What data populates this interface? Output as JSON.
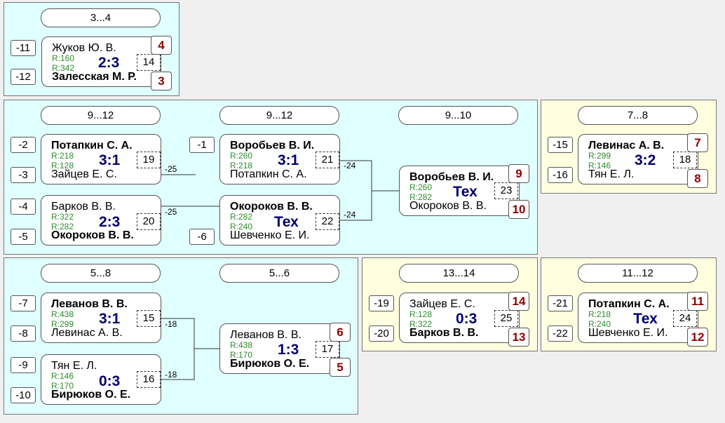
{
  "panels": {
    "p34": {
      "headers": [
        "3...4"
      ],
      "seeds": [
        "-11",
        "-12"
      ],
      "matches": [
        {
          "p1": "Жуков Ю. В.",
          "p2": "Залесская М. Р.",
          "r1": "R:160",
          "r2": "R:342",
          "score": "2:3",
          "num": "14",
          "place1": "4",
          "place2": "3"
        }
      ]
    },
    "p912": {
      "headers": [
        "9...12",
        "9...12",
        "9...10"
      ],
      "seeds": [
        "-2",
        "-3",
        "-4",
        "-5",
        "-1",
        "-6"
      ],
      "losers": [
        "-25",
        "-25",
        "-24",
        "-24"
      ],
      "matches": [
        {
          "p1": "Потапкин С. А.",
          "p2": "Зайцев Е. С.",
          "r1": "R:218",
          "r2": "R:128",
          "score": "3:1",
          "num": "19"
        },
        {
          "p1": "Барков В. В.",
          "p2": "Окороков В. В.",
          "r1": "R:322",
          "r2": "R:282",
          "score": "2:3",
          "num": "20"
        },
        {
          "p1": "Воробьев В. И.",
          "p2": "Потапкин С. А.",
          "r1": "R:260",
          "r2": "R:218",
          "score": "3:1",
          "num": "21"
        },
        {
          "p1": "Окороков В. В.",
          "p2": "Шевченко Е. И.",
          "r1": "R:282",
          "r2": "R:240",
          "score": "Тех",
          "num": "22"
        },
        {
          "p1": "Воробьев В. И.",
          "p2": "Окороков В. В.",
          "r1": "R:260",
          "r2": "R:282",
          "score": "Тех",
          "num": "23",
          "place1": "9",
          "place2": "10"
        }
      ]
    },
    "p78": {
      "headers": [
        "7...8"
      ],
      "seeds": [
        "-15",
        "-16"
      ],
      "matches": [
        {
          "p1": "Левинас А. В.",
          "p2": "Тян Е. Л.",
          "r1": "R:299",
          "r2": "R:146",
          "score": "3:2",
          "num": "18",
          "place1": "7",
          "place2": "8"
        }
      ]
    },
    "p58": {
      "headers": [
        "5...8",
        "5...6"
      ],
      "seeds": [
        "-7",
        "-8",
        "-9",
        "-10"
      ],
      "losers": [
        "-18",
        "-18"
      ],
      "matches": [
        {
          "p1": "Леванов В. В.",
          "p2": "Левинас А. В.",
          "r1": "R:438",
          "r2": "R:299",
          "score": "3:1",
          "num": "15"
        },
        {
          "p1": "Тян Е. Л.",
          "p2": "Бирюков О. Е.",
          "r1": "R:146",
          "r2": "R:170",
          "score": "0:3",
          "num": "16"
        },
        {
          "p1": "Леванов В. В.",
          "p2": "Бирюков О. Е.",
          "r1": "R:438",
          "r2": "R:170",
          "score": "1:3",
          "num": "17",
          "place1": "6",
          "place2": "5"
        }
      ]
    },
    "p1314": {
      "headers": [
        "13...14"
      ],
      "seeds": [
        "-19",
        "-20"
      ],
      "matches": [
        {
          "p1": "Зайцев Е. С.",
          "p2": "Барков В. В.",
          "r1": "R:128",
          "r2": "R:322",
          "score": "0:3",
          "num": "25",
          "place1": "14",
          "place2": "13"
        }
      ]
    },
    "p1112": {
      "headers": [
        "11...12"
      ],
      "seeds": [
        "-21",
        "-22"
      ],
      "matches": [
        {
          "p1": "Потапкин С. А.",
          "p2": "Шевченко Е. И.",
          "r1": "R:218",
          "r2": "R:240",
          "score": "Тех",
          "num": "24",
          "place1": "11",
          "place2": "12"
        }
      ]
    }
  }
}
